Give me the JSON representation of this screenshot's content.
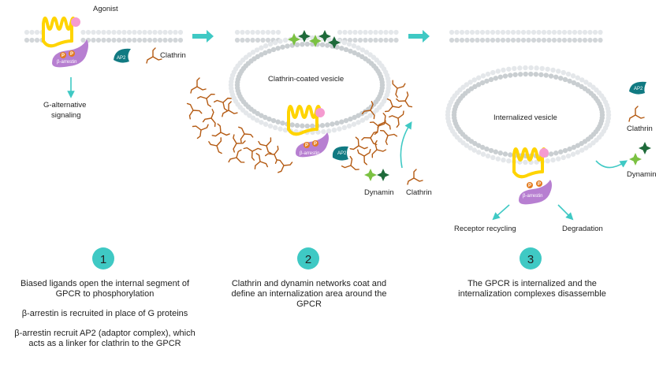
{
  "colors": {
    "teal": "#3fc9c4",
    "membrane": "#d5d9dc",
    "receptor": "#ffd400",
    "arrestin": "#b77fd1",
    "ap2": "#117a82",
    "clathrin": "#b45a12",
    "dynamin_light": "#7bc142",
    "dynamin_dark": "#1e6a3a",
    "agonist": "#f59bd0"
  },
  "labels": {
    "agonist": "Agonist",
    "ap2": "AP2",
    "clathrin": "Clathrin",
    "arrestin": "β-arrestin",
    "p": "P",
    "g_alt_1": "G-alternative",
    "g_alt_2": "signaling",
    "coated_vesicle": "Clathrin-coated vesicle",
    "dynamin": "Dynamin",
    "internalized_vesicle": "Internalized vesicle",
    "receptor_recycling": "Receptor recycling",
    "degradation": "Degradation"
  },
  "steps": [
    {
      "number": "1",
      "lines": [
        "Biased ligands open the internal segment of GPCR to phosphorylation",
        "β-arrestin is recruited in place of G proteins",
        "β-arrestin recruit AP2 (adaptor complex), which acts as a linker for clathrin to the GPCR"
      ]
    },
    {
      "number": "2",
      "lines": [
        "Clathrin and dynamin networks coat and define an internalization area around the GPCR"
      ]
    },
    {
      "number": "3",
      "lines": [
        "The GPCR is internalized and the internalization complexes disassemble"
      ]
    }
  ]
}
